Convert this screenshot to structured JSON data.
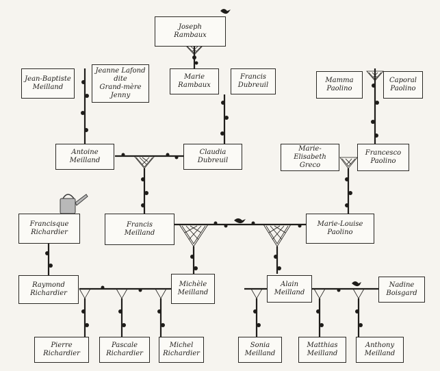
{
  "people": {
    "joseph_rambaux": "Joseph\nRambaux",
    "jean_baptiste_meilland": "Jean-Baptiste\nMeilland",
    "jeanne_lafond": "Jeanne Lafond\ndite\nGrand-mère Jenny",
    "marie_rambaux": "Marie\nRambaux",
    "francis_dubreuil": "Francis\nDubreuil",
    "mamma_paolino": "Mamma\nPaolino",
    "caporal_paolino": "Caporal\nPaolino",
    "antoine_meilland": "Antoine\nMeilland",
    "claudia_dubreuil": "Claudia\nDubreuil",
    "marie_elisabeth_greco": "Marie-Elisabeth\nGreco",
    "francesco_paolino": "Francesco\nPaolino",
    "francisque_richardier": "Francisque\nRichardier",
    "francis_meilland": "Francis\nMeilland",
    "marie_louise_paolino": "Marie-Louise\nPaolino",
    "raymond_richardier": "Raymond\nRichardier",
    "michele_meilland": "Michèle\nMeilland",
    "alain_meilland": "Alain\nMeilland",
    "nadine_boisgard": "Nadine\nBoisgard",
    "pierre_richardier": "Pierre\nRichardier",
    "pascale_richardier": "Pascale\nRichardier",
    "michel_richardier": "Michel\nRichardier",
    "sonia_meilland": "Sonia\nMeilland",
    "matthias_meilland": "Matthias\nMeilland",
    "anthony_meilland": "Anthony\nMeilland"
  },
  "icons": {
    "watering_can": "watering-can-icon",
    "bird": "bird-icon",
    "rose_vine": "rose-vine-icon",
    "trellis": "trellis-icon"
  },
  "colors": {
    "ink": "#1f1d1a",
    "paper": "#f6f4ef",
    "box": "#fbfaf6"
  }
}
